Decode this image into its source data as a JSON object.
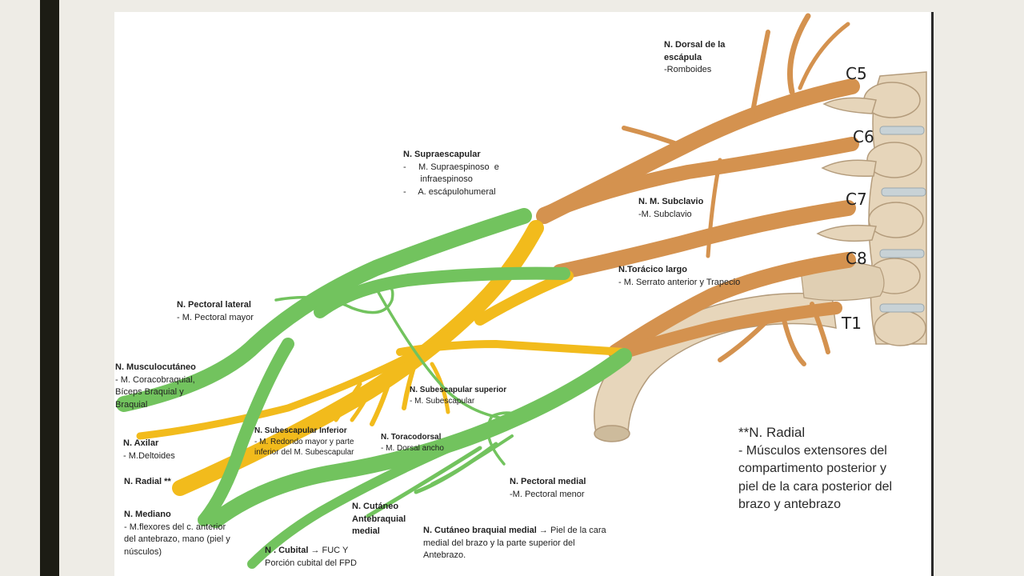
{
  "roots": [
    "C5",
    "C6",
    "C7",
    "C8",
    "T1"
  ],
  "labels": {
    "dorsal_escapula": {
      "title": "N. Dorsal de la escápula",
      "lines": [
        "-Romboides"
      ]
    },
    "supraescapular": {
      "title": "N. Supraescapular",
      "lines": [
        "-     M. Supraespinoso  e",
        "       infraespinoso",
        "-     A. escápulohumeral"
      ]
    },
    "subclavio": {
      "title": "N. M. Subclavio",
      "lines": [
        "-M. Subclavio"
      ]
    },
    "toracico_largo": {
      "title": "N.Torácico largo",
      "lines": [
        "- M. Serrato  anterior y Trapecio"
      ]
    },
    "pectoral_lateral": {
      "title": "N. Pectoral lateral",
      "lines": [
        "- M. Pectoral  mayor"
      ]
    },
    "musculocutaneo": {
      "title": "N. Musculocutáneo",
      "lines": [
        "- M. Coracobraquial,",
        "Bíceps Braquial y",
        "Braquial"
      ]
    },
    "subescapular_superior": {
      "title": "N. Subescapular superior",
      "lines": [
        "- M. Subescapular"
      ]
    },
    "subescapular_inferior": {
      "title": "N. Subescapular Inferior",
      "lines": [
        "- M. Redondo mayor y parte",
        "inferior del M. Subescapular"
      ]
    },
    "toracodorsal": {
      "title": "N. Toracodorsal",
      "lines": [
        "- M. Dorsal ancho"
      ]
    },
    "axilar": {
      "title": "N. Axilar",
      "lines": [
        "- M.Deltoides"
      ]
    },
    "radial": {
      "title": "N. Radial **"
    },
    "pectoral_medial": {
      "title": "N. Pectoral medial",
      "lines": [
        "-M. Pectoral menor"
      ]
    },
    "mediano": {
      "title": "N. Mediano",
      "lines": [
        "- M.flexores del c. anterior",
        "del antebrazo,  mano (piel y",
        "núsculos)"
      ]
    },
    "cutaneo_antebraquial": {
      "title": "N. Cutáneo Antebraquial medial"
    },
    "cutaneo_braquial": {
      "title": "N. Cutáneo braquial medial",
      "arrow": "→",
      "text": "Piel de la cara medial del brazo y la parte superior del Antebrazo."
    },
    "cubital": {
      "title": "N . Cubital",
      "arrow": "→",
      "line1": "FUC Y",
      "line2": "Porción cubital del FPD"
    }
  },
  "note": {
    "title": "**N. Radial",
    "text": "- Músculos extensores del compartimento posterior y piel de la cara posterior del brazo y antebrazo"
  },
  "colors": {
    "root_nerve": "#d4924f",
    "posterior_cord": "#f2bb1c",
    "medial_lateral_cord": "#72c35e",
    "bone": "#e4d3b8"
  }
}
